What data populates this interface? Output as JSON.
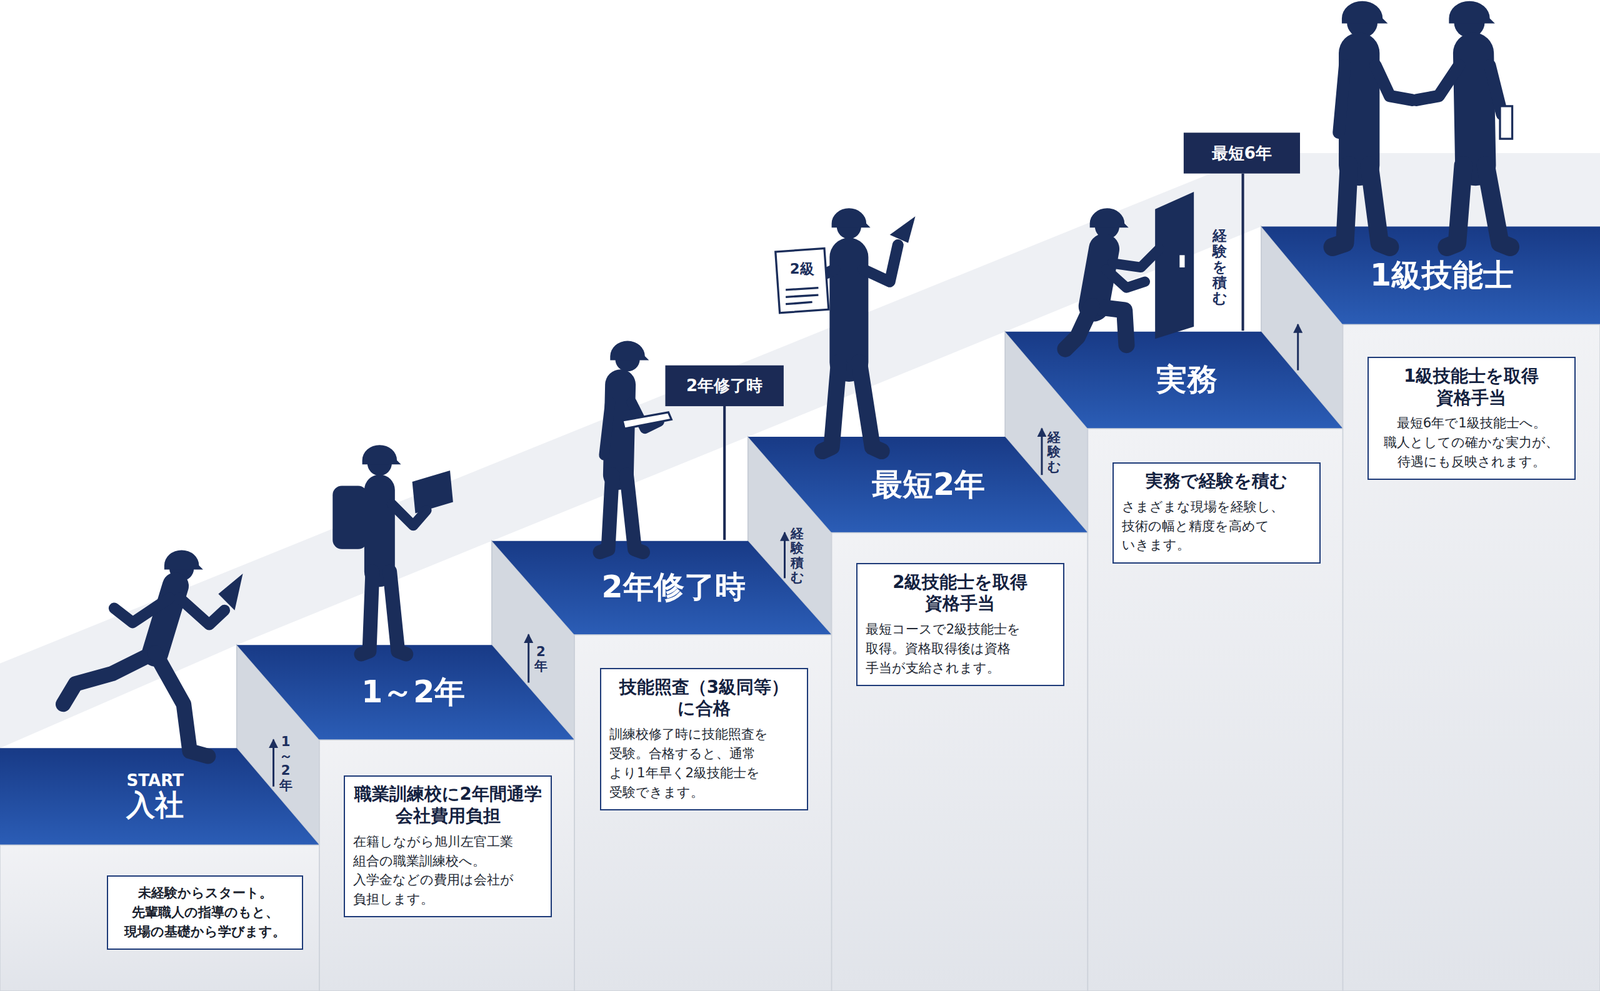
{
  "diagram": {
    "nodes": [
      {
        "text": [
          "START",
          "入社"
        ]
      },
      {
        "text": [
          "未経験からスタート。 先輩職人の指導のもと、 現場の基礎から学びます。"
        ]
      },
      {
        "text": [
          "1～2年"
        ]
      },
      {
        "text": [
          "職業訓練校に2年間通学 会社費用負担",
          "在籍しながら旭川左官工業 組合の職業訓練校へ。 入学金などの費用は会社が 負担します。"
        ]
      },
      {
        "text": [
          "2年修了時"
        ]
      },
      {
        "text": [
          "技能照査（3級同等） に合格",
          "訓練校修了時に技能照査を 受験。合格すると、通常 より1年早く2級技能士を 受験できます。"
        ]
      },
      {
        "text": [
          "最短2年"
        ]
      },
      {
        "text": [
          "2級技能士を取得 資格手当",
          "最短コースで2級技能士を 取得。資格取得後は資格 手当が支給されます。"
        ]
      },
      {
        "text": [
          "実務"
        ]
      },
      {
        "text": [
          "実務で経験を積む",
          "さまざまな現場を経験し、 技術の幅と精度を高めて いきます。"
        ]
      },
      {
        "text": [
          "1級技能士"
        ]
      },
      {
        "text": [
          "1級技能士を取得 資格手当",
          "最短6年で1級技能士へ。 職人としての確かな実力が、 待遇にも反映されます。"
        ]
      }
    ],
    "edges": [
      {
        "from": 0,
        "to": 2,
        "label": "1～2年",
        "arrow": "to"
      },
      {
        "from": 2,
        "to": 4,
        "label": "2年",
        "arrow": "to"
      },
      {
        "from": 4,
        "to": 6,
        "label": "経験積む",
        "arrow": "to"
      },
      {
        "from": 6,
        "to": 8,
        "label": "経験む",
        "arrow": "to"
      },
      {
        "from": 8,
        "to": 10,
        "arrow": "to"
      }
    ],
    "labels": [
      "2年修了時",
      "最短6年",
      "経験を積む",
      "2級"
    ]
  }
}
